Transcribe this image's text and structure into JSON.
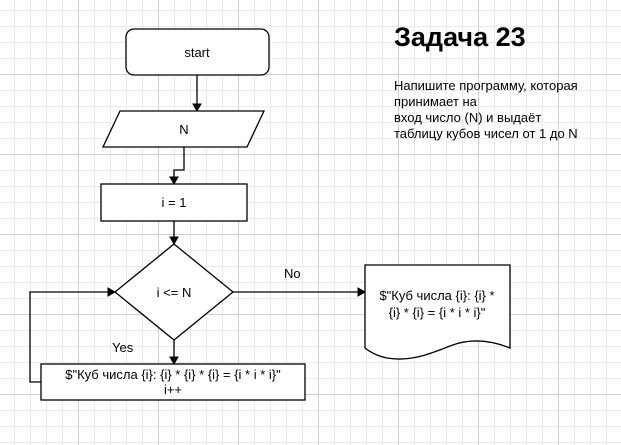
{
  "task": {
    "title": "Задача 23",
    "description_lines": [
      "Напишите программу, которая",
      "принимает на",
      "вход число (N) и выдаёт",
      "таблицу кубов чисел от 1 до N"
    ]
  },
  "flowchart": {
    "start_label": "start",
    "input_label": "N",
    "init_label": "i = 1",
    "condition_label": "i <= N",
    "branch_no_label": "No",
    "branch_yes_label": "Yes",
    "loop_body_lines": [
      "$\"Куб числа {i}: {i} * {i} * {i} = {i * i * i}\"",
      "i++"
    ],
    "output_lines": [
      "$\"Куб числа {i}: {i} *",
      "{i} * {i} = {i * i * i}\""
    ]
  }
}
